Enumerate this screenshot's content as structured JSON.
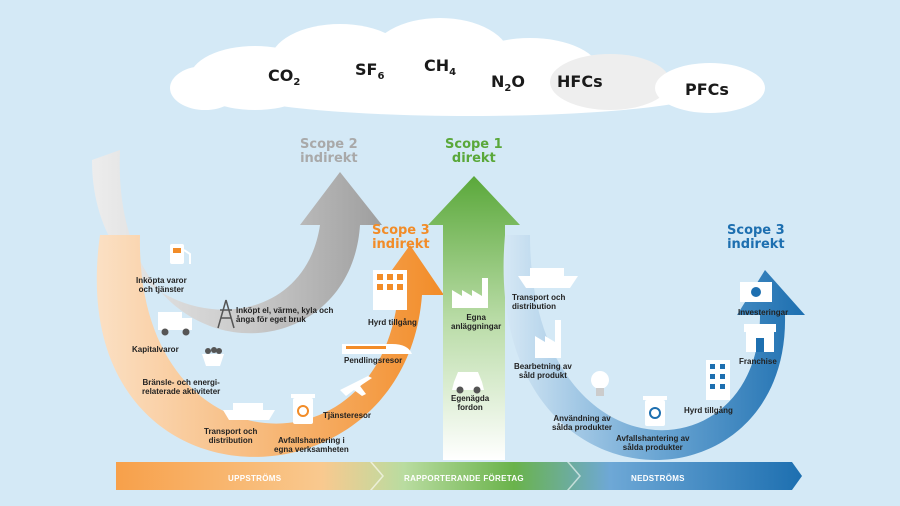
{
  "gases": {
    "co2": {
      "base": "CO",
      "sub": "2"
    },
    "sf6": {
      "base": "SF",
      "sub": "6"
    },
    "ch4": {
      "base": "CH",
      "sub": "4"
    },
    "n2o": {
      "base": "N",
      "sub": "2",
      "tail": "O"
    },
    "hfcs": "HFCs",
    "pfcs": "PFCs"
  },
  "scopes": {
    "scope2": {
      "title": "Scope 2",
      "sub": "indirekt",
      "color": "#a9a9a9"
    },
    "scope1": {
      "title": "Scope 1",
      "sub": "direkt",
      "color": "#5aa83a"
    },
    "scope3_up": {
      "title": "Scope 3",
      "sub": "indirekt",
      "color": "#f28c28"
    },
    "scope3_down": {
      "title": "Scope 3",
      "sub": "indirekt",
      "color": "#1d6fb0"
    }
  },
  "upstream": {
    "purchased": "Inköpta varor\noch tjänster",
    "energy": "Inköpt el, värme, kyla och\nånga för eget bruk",
    "capital": "Kapitalvaror",
    "fuel": "Bränsle- och energi-\nrelaterade aktiviteter",
    "transport": "Transport och\ndistribution",
    "waste": "Avfallshantering i\negna verksamheten",
    "travel": "Tjänsteresor",
    "commute": "Pendlingsresor",
    "leased": "Hyrd tillgång"
  },
  "direct": {
    "facilities": "Egna\nanläggningar",
    "vehicles": "Egenägda\nfordon"
  },
  "downstream": {
    "transport": "Transport och\ndistribution",
    "processing": "Bearbetning av\nsåld produkt",
    "use": "Användning av\nsålda produkter",
    "waste": "Avfallshantering av\nsålda produkter",
    "leased": "Hyrd tillgång",
    "franchise": "Franchise",
    "investments": "Investeringar"
  },
  "band": {
    "upstream": "UPPSTRÖMS",
    "reporting": "RAPPORTERANDE FÖRETAG",
    "downstream": "NEDSTRÖMS"
  },
  "colors": {
    "background": "#d4e9f6",
    "orange": "#f28c28",
    "green": "#5aa83a",
    "blue": "#1d6fb0",
    "grey": "#a9a9a9"
  }
}
